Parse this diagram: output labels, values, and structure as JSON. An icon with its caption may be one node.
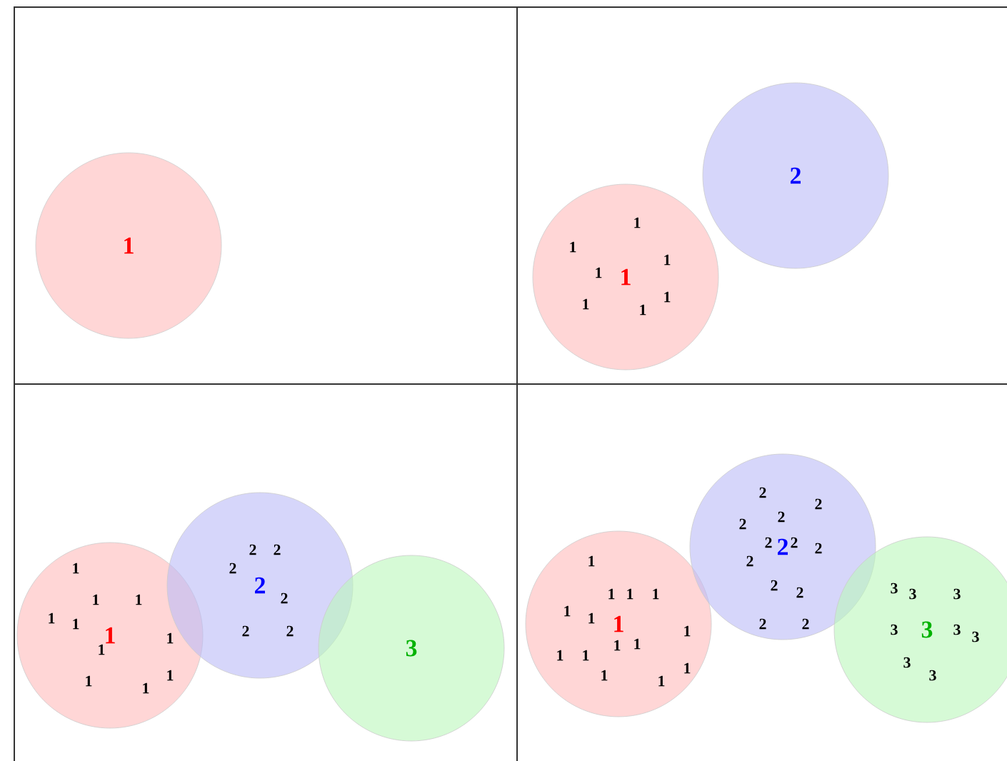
{
  "diagram": {
    "nodes": [
      {
        "text": [
          "1"
        ]
      },
      {
        "text": [
          "2"
        ]
      },
      {
        "text": [
          "1"
        ]
      },
      {
        "text": [
          "1"
        ]
      },
      {
        "text": [
          "2"
        ]
      },
      {
        "text": [
          "3"
        ]
      },
      {
        "text": [
          "1"
        ]
      },
      {
        "text": [
          "2"
        ]
      },
      {
        "text": [
          "3"
        ]
      }
    ],
    "edges": [],
    "labels": [
      "1",
      "1",
      "1",
      "1",
      "1",
      "1",
      "1",
      "1",
      "1",
      "1",
      "1",
      "1",
      "1",
      "1",
      "1",
      "1",
      "1",
      "2",
      "2",
      "2",
      "2",
      "2",
      "2",
      "1",
      "1",
      "1",
      "1",
      "1",
      "1",
      "1",
      "1",
      "1",
      "1",
      "1",
      "1",
      "1",
      "1",
      "2",
      "2",
      "2",
      "2",
      "2",
      "2",
      "2",
      "2",
      "2",
      "2",
      "2",
      "2",
      "3",
      "3",
      "3",
      "3",
      "3",
      "3",
      "3",
      "3"
    ]
  }
}
